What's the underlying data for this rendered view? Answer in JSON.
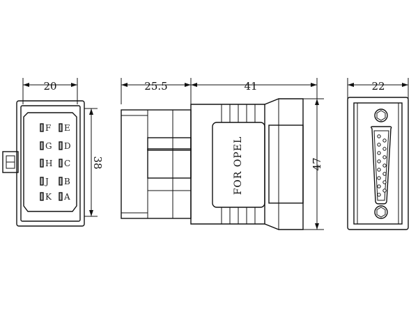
{
  "dimensions": {
    "obd_width": "20",
    "obd_height": "38",
    "side_left_length": "25.5",
    "side_right_length": "41",
    "side_height": "47",
    "db_width": "22"
  },
  "connector_label": "FOR OPEL",
  "pins": {
    "left_column": [
      "F",
      "G",
      "H",
      "J",
      "K"
    ],
    "right_column": [
      "E",
      "D",
      "C",
      "B",
      "A"
    ]
  },
  "db15_pin_count": 15
}
